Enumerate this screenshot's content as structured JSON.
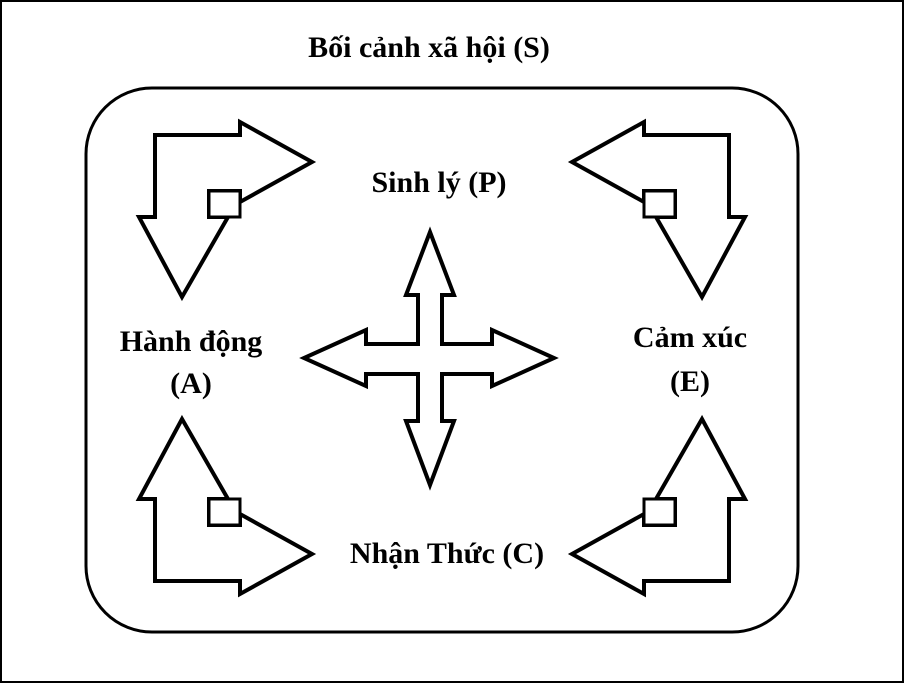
{
  "diagram": {
    "title": "Bối cảnh xã hội (S)",
    "nodes": {
      "physiology": "Sinh lý (P)",
      "action_line1": "Hành động",
      "action_line2": "(A)",
      "emotion_line1": "Cảm xúc",
      "emotion_line2": "(E)",
      "cognition": "Nhận Thức (C)"
    }
  },
  "colors": {
    "stroke": "#000000",
    "fill": "#ffffff"
  }
}
